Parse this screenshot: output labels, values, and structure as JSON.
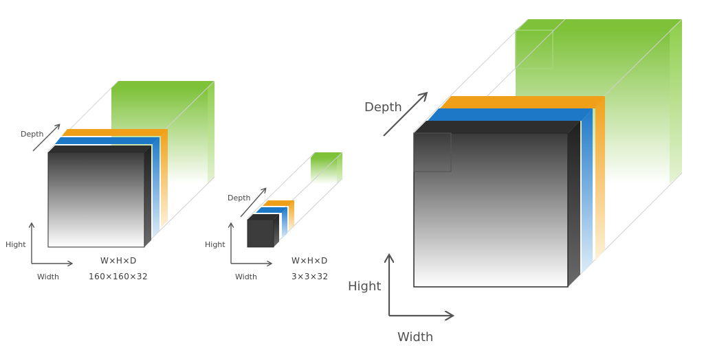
{
  "diagram": {
    "small_tensor": {
      "depth_label": "Depth",
      "hight_label": "Hight",
      "width_label": "Width",
      "dims_header": "W×H×D",
      "dims_value": "160×160×32"
    },
    "tiny_tensor": {
      "depth_label": "Depth",
      "hight_label": "Hight",
      "width_label": "Width",
      "dims_header": "W×H×D",
      "dims_value": "3×3×32"
    },
    "large_tensor": {
      "depth_label": "Depth",
      "hight_label": "Hight",
      "width_label": "Width"
    },
    "colors": {
      "front_top": "#3a3a3a",
      "front_bottom": "#ffffff",
      "blue": "#1e78c8",
      "orange": "#f0a018",
      "green": "#7ec23a",
      "green_light": "#ffffff"
    }
  }
}
